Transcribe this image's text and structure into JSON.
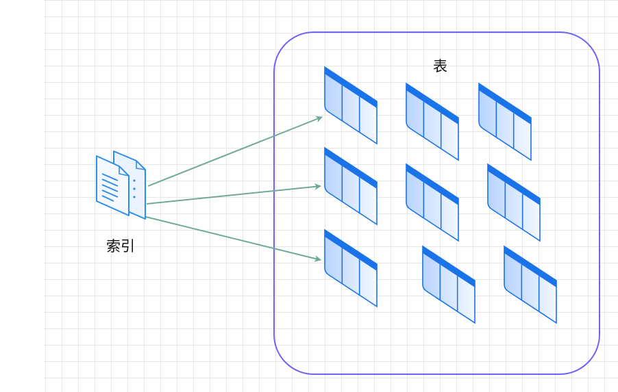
{
  "index": {
    "label": "索引",
    "icon": "document-stack-icon"
  },
  "container": {
    "label": "表",
    "border_color": "#6f63f5"
  },
  "tables": {
    "icon": "table-icon",
    "count": 9,
    "header_color": "#1a73e8",
    "body_color": "#cfe3ff"
  },
  "arrows": {
    "count": 3,
    "color": "#6fa89a"
  },
  "grid": {
    "visible": true,
    "line_color": "#e6e6e6"
  }
}
